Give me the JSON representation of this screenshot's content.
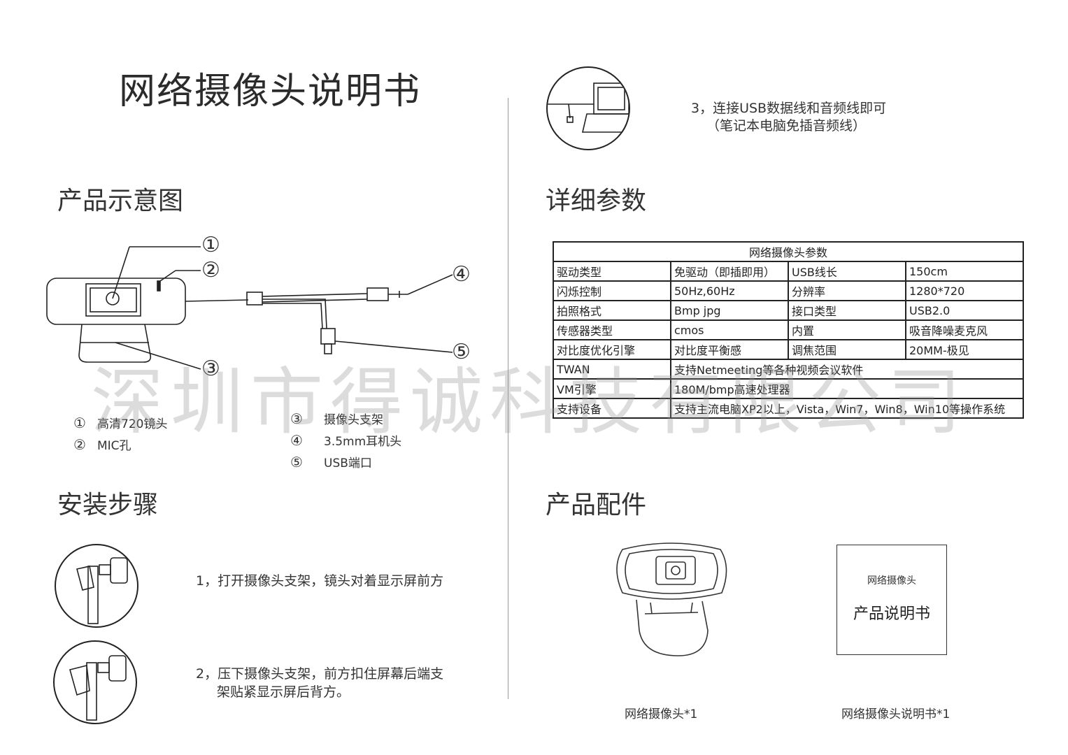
{
  "title": "网络摄像头说明书",
  "sections": {
    "diagram": "产品示意图",
    "install": "安装步骤",
    "params": "详细参数",
    "accessories": "产品配件"
  },
  "diagram_callouts": [
    "①",
    "②",
    "③",
    "④",
    "⑤"
  ],
  "legend": [
    {
      "num": "①",
      "label": "高清720镜头"
    },
    {
      "num": "②",
      "label": "MIC孔"
    },
    {
      "num": "③",
      "label": "摄像头支架"
    },
    {
      "num": "④",
      "label": "3.5mm耳机头"
    },
    {
      "num": "⑤",
      "label": "USB端口"
    }
  ],
  "steps": {
    "step1": "1，打开摄像头支架，镜头对着显示屏前方",
    "step2_line1": "2，压下摄像头支架，前方扣住屏幕后端支",
    "step2_line2": "架贴紧显示屏后背方。",
    "step3_line1": "3，连接USB数据线和音频线即可",
    "step3_line2": "（笔记本电脑免插音频线）"
  },
  "spec_table": {
    "header": "网络摄像头参数",
    "rows4": [
      [
        "驱动类型",
        "免驱动（即插即用）",
        "USB线长",
        "150cm"
      ],
      [
        "闪烁控制",
        "50Hz,60Hz",
        "分辨率",
        "1280*720"
      ],
      [
        "拍照格式",
        "Bmp jpg",
        "接口类型",
        "USB2.0"
      ],
      [
        "传感器类型",
        "cmos",
        "内置",
        "吸音降噪麦克风"
      ],
      [
        "对比度优化引擎",
        "对比度平衡感",
        "调焦范围",
        "20MM-极见"
      ]
    ],
    "rows2": [
      [
        "TWAN",
        "支持Netmeeting等各种视频会议软件"
      ],
      [
        "VM引擎",
        "180M/bmp高速处理器"
      ],
      [
        "支持设备",
        "支持主流电脑XP2以上，Vista，Win7，Win8，Win10等操作系统"
      ]
    ]
  },
  "accessories": {
    "manual_box_line1": "网络摄像头",
    "manual_box_line2": "产品说明书",
    "caption_camera": "网络摄像头*1",
    "caption_manual": "网络摄像头说明书*1"
  },
  "watermark": "深圳市得诚科技有限公司"
}
